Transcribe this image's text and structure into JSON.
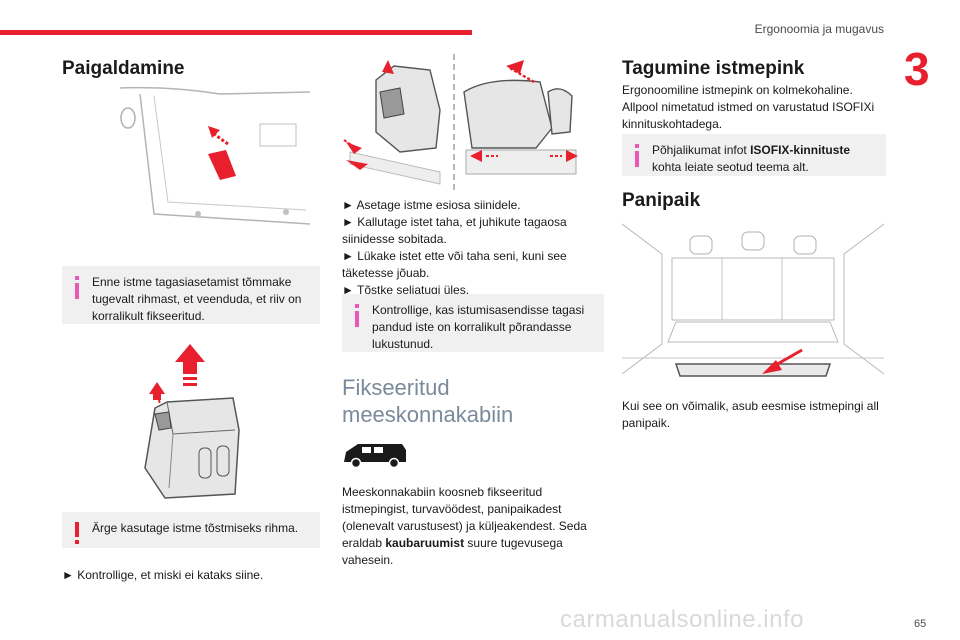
{
  "header": {
    "section_title": "Ergonoomia ja mugavus",
    "chapter_number": "3"
  },
  "col1": {
    "heading": "Paigaldamine",
    "note_info": "Enne istme tagasiasetamist tõmmake tugevalt rihmast, et veenduda, et riiv on korralikult fikseeritud.",
    "note_warning": "Ärge kasutage istme tõstmiseks rihma.",
    "bullet": "► Kontrollige, et miski ei kataks siine."
  },
  "col2": {
    "steps": [
      "► Asetage istme esiosa siinidele.",
      "► Kallutage istet taha, et juhikute tagaosa siinidesse sobitada.",
      "► Lükake istet ette või taha seni, kuni see täketesse jõuab.",
      "► Tõstke seljatugi üles."
    ],
    "note_info": "Kontrollige, kas istumisasendisse tagasi pandud iste on korralikult põrandasse lukustunud.",
    "heading_line1": "Fikseeritud",
    "heading_line2": "meeskonnakabiin",
    "para_part1": "Meeskonnakabiin koosneb fikseeritud istmepingist, turvavöödest, panipaikadest (olenevalt varustusest) ja küljeakendest. Seda eraldab ",
    "para_bold": "kaubaruumist",
    "para_part2": " suure tugevusega vahesein."
  },
  "col3": {
    "heading1": "Tagumine istmepink",
    "para1": "Ergonoomiline istmepink on kolmekohaline. Allpool nimetatud istmed on varustatud ISOFIXi kinnituskohtadega.",
    "note_part1": "Põhjalikumat infot ",
    "note_bold": "ISOFIX-kinnituste",
    "note_part2": " kohta leiate seotud teema alt.",
    "heading2": "Panipaik",
    "para2": "Kui see on võimalik, asub eesmise istmepingi all panipaik."
  },
  "footer": {
    "page_number": "65",
    "watermark": "carmanualsonline.info"
  },
  "colors": {
    "accent_red": "#e8202e",
    "info_pink": "#e85ab8",
    "note_bg": "#f0f0f0"
  }
}
